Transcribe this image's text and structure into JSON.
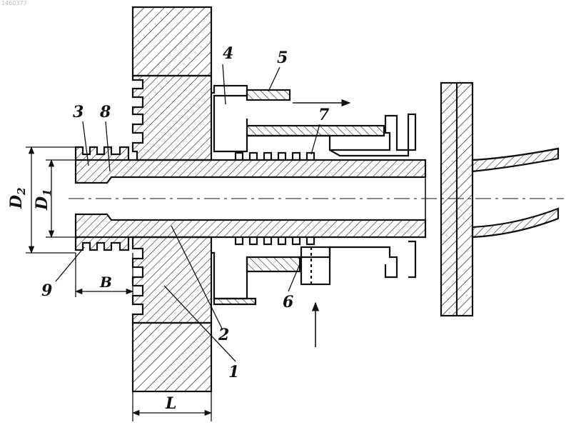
{
  "corner_mark": "1460377",
  "part_labels": {
    "p1": "1",
    "p2": "2",
    "p3": "3",
    "p4": "4",
    "p5": "5",
    "p6": "6",
    "p7": "7",
    "p8": "8",
    "p9": "9"
  },
  "dimension_labels": {
    "d2": "D",
    "d2_sub": "2",
    "d1": "D",
    "d1_sub": "1",
    "b": "B",
    "l": "L"
  },
  "colors": {
    "ink": "#111111",
    "paper": "#ffffff"
  }
}
